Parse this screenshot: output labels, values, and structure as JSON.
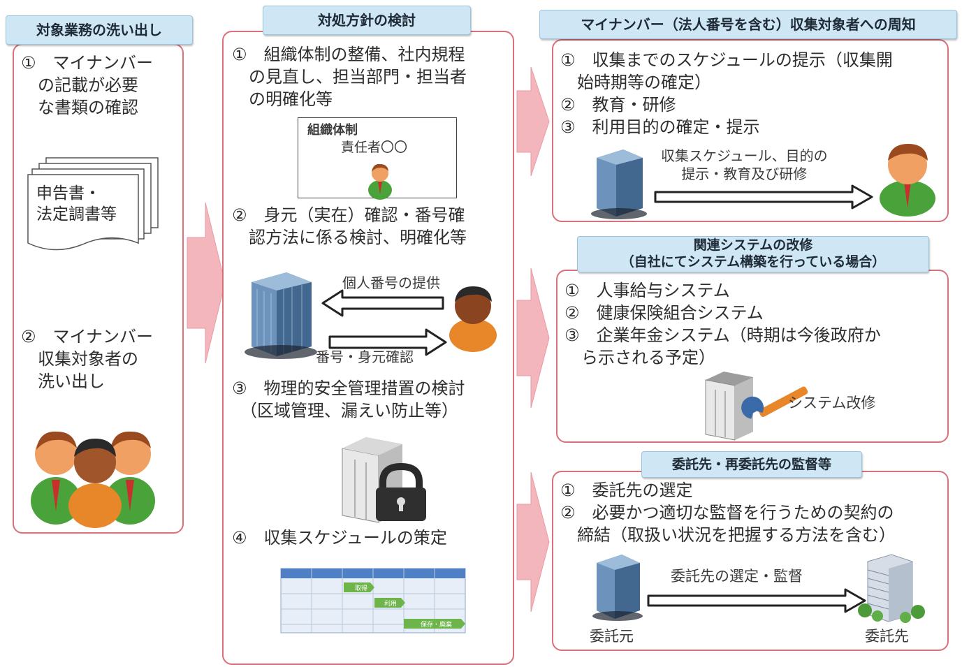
{
  "left": {
    "tag": "対象業務の洗い出し",
    "item1": "①　マイナンバー\n　の記載が必要\n　な書類の確認",
    "docs_label": "申告書・\n法定調書等",
    "item2": "②　マイナンバー\n　収集対象者の\n　洗い出し"
  },
  "middle": {
    "tag": "対処方針の検討",
    "item1": "①　組織体制の整備、社内規程\n　の見直し、担当部門・担当者\n　の明確化等",
    "org_title": "組織体制",
    "org_person": "責任者〇〇",
    "item2": "②　身元（実在）確認・番号確\n　認方法に係る検討、明確化等",
    "arrow_top_label": "個人番号の提供",
    "arrow_bottom_label": "番号・身元確認",
    "item3": "③　物理的安全管理措置の検討\n　（区域管理、漏えい防止等）",
    "item4": "④　収集スケジュールの策定",
    "schedule_bars": [
      "取得",
      "利用",
      "保存・廃棄"
    ]
  },
  "right_top": {
    "tag": "マイナンバー（法人番号を含む）収集対象者への周知",
    "lines": "①　収集までのスケジュールの提示（収集開\n　始時期等の確定）\n②　教育・研修\n③　利用目的の確定・提示",
    "arrow_label": "収集スケジュール、目的の\n提示・教育及び研修"
  },
  "right_mid": {
    "tag_line1": "関連システムの改修",
    "tag_line2": "（自社にてシステム構築を行っている場合）",
    "lines": "①　人事給与システム\n②　健康保険組合システム\n③　企業年金システム（時期は今後政府か\n　ら示される予定）",
    "repair_label": "システム改修"
  },
  "right_bottom": {
    "tag": "委託先・再委託先の監督等",
    "lines": "①　委託先の選定\n②　必要かつ適切な監督を行うための契約の\n　締結（取扱い状況を把握する方法を含む）",
    "arrow_label": "委託先の選定・監督",
    "from_label": "委託元",
    "to_label": "委託先"
  },
  "colors": {
    "panel_border": "#d9707a",
    "tag_fill": "#cfe6f4",
    "flow_arrow": "#f4b6bd",
    "schedule_header": "#4f7fc4",
    "schedule_bar": "#6db44a"
  }
}
